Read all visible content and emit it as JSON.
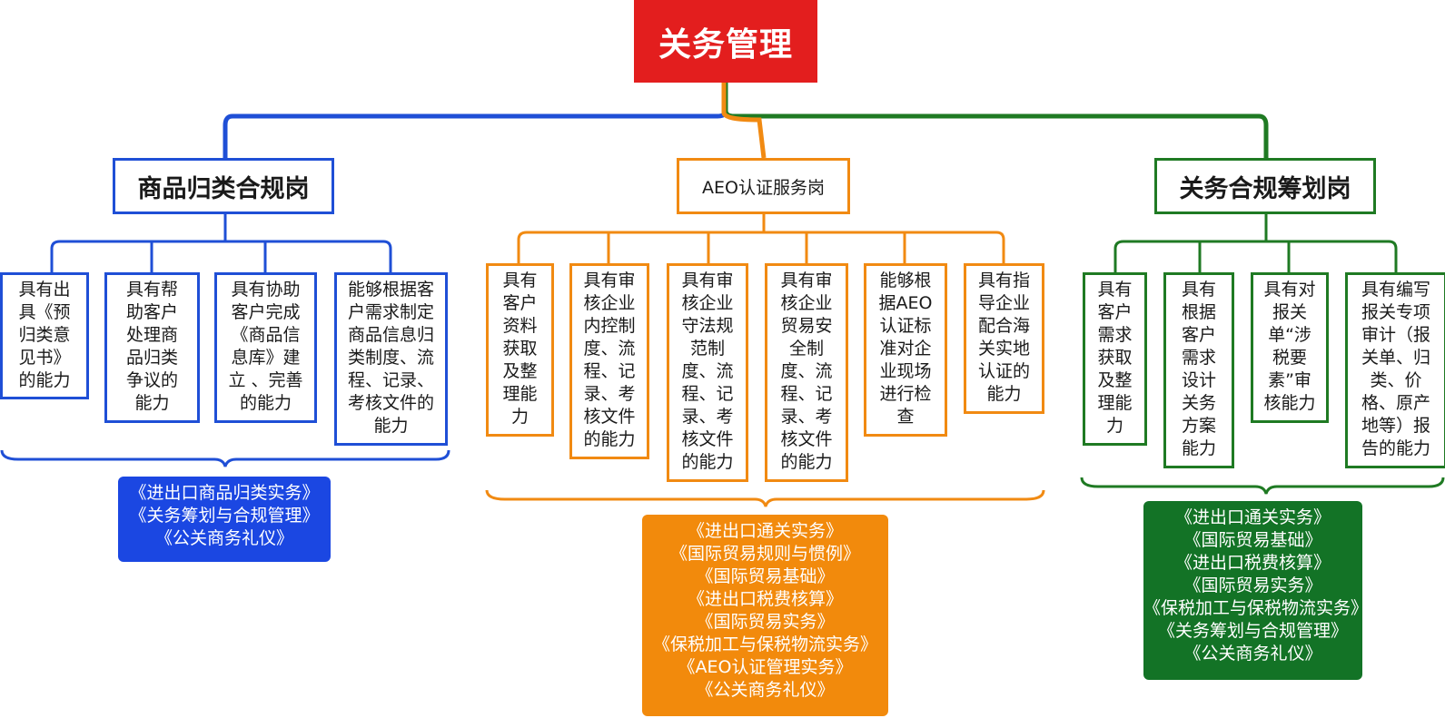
{
  "root": {
    "title": "关务管理"
  },
  "colors": {
    "root": "#e31e1e",
    "blue": "#1f4fd6",
    "orange": "#f18a12",
    "green": "#1f7a23"
  },
  "departments": [
    {
      "name": "商品归类合规岗",
      "color": "blue",
      "skills": [
        "具有出\n具《预\n归类意\n见书》\n的能力",
        "具有帮\n助客户\n处理商\n品归类\n争议的\n能力",
        "具有协助\n客户完成\n《商品信\n息库》建\n立 、完善\n的能力",
        "能够根据客\n户需求制定\n商品信息归\n类制度、流\n程、记录、\n考核文件的\n能力"
      ],
      "courses": [
        "《进出口商品归类实务》",
        "《关务筹划与合规管理》",
        "《公关商务礼仪》"
      ]
    },
    {
      "name": "AEO认证服务岗",
      "color": "orange",
      "skills": [
        "具有\n客户\n资料\n获取\n及整\n理能\n力",
        "具有审\n核企业\n内控制\n度、流\n程、记\n录、考\n核文件\n的能力",
        "具有审\n核企业\n守法规\n范制\n度、流\n程、记\n录、考\n核文件\n的能力",
        "具有审\n核企业\n贸易安\n全制\n度、流\n程、记\n录、考\n核文件\n的能力",
        "能够根\n据AEO\n认证标\n准对企\n业现场\n进行检\n查",
        "具有指\n导企业\n配合海\n关实地\n认证的\n能力"
      ],
      "courses": [
        "《进出口通关实务》",
        "《国际贸易规则与惯例》",
        "《国际贸易基础》",
        "《进出口税费核算》",
        "《国际贸易实务》",
        "《保税加工与保税物流实务》",
        "《AEO认证管理实务》",
        "《公关商务礼仪》"
      ]
    },
    {
      "name": "关务合规筹划岗",
      "color": "green",
      "skills": [
        "具有\n客户\n需求\n获取\n及整\n理能\n力",
        "具有\n根据\n客户\n需求\n设计\n关务\n方案\n能力",
        "具有对\n报关\n单“涉\n税要\n素”审\n核能力",
        "具有编写\n报关专项\n审计（报\n关单、归\n类、价\n格、原产\n地等）报\n告的能力"
      ],
      "courses": [
        "《进出口通关实务》",
        "《国际贸易基础》",
        "《进出口税费核算》",
        "《国际贸易实务》",
        "《保税加工与保税物流实务》",
        "《关务筹划与合规管理》",
        "《公关商务礼仪》"
      ]
    }
  ]
}
